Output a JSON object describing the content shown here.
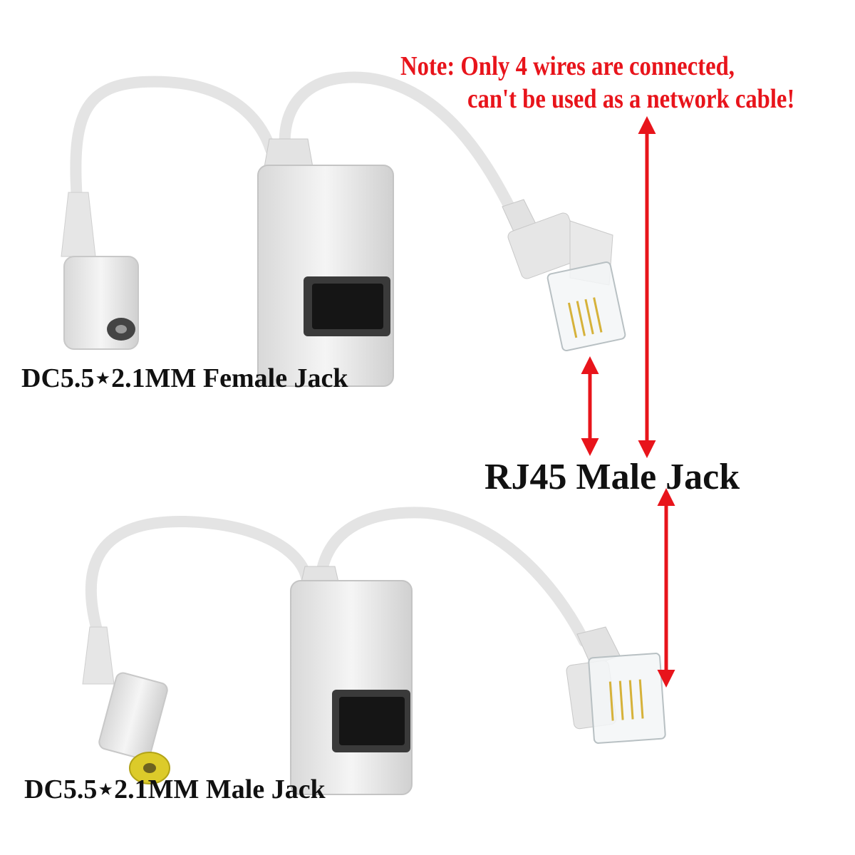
{
  "note": {
    "line1": "Note: Only 4 wires are connected,",
    "line2": "can't be used as a network cable!"
  },
  "labels": {
    "female_jack": "DC5.5⋆2.1MM Female Jack",
    "rj45_jack": "RJ45 Male Jack",
    "male_jack": "DC5.5⋆2.1MM Male Jack"
  },
  "colors": {
    "annotation_red": "#e8141b",
    "cable_white": "#e9e9e9",
    "dc_tip_yellow": "#e6d21a"
  }
}
